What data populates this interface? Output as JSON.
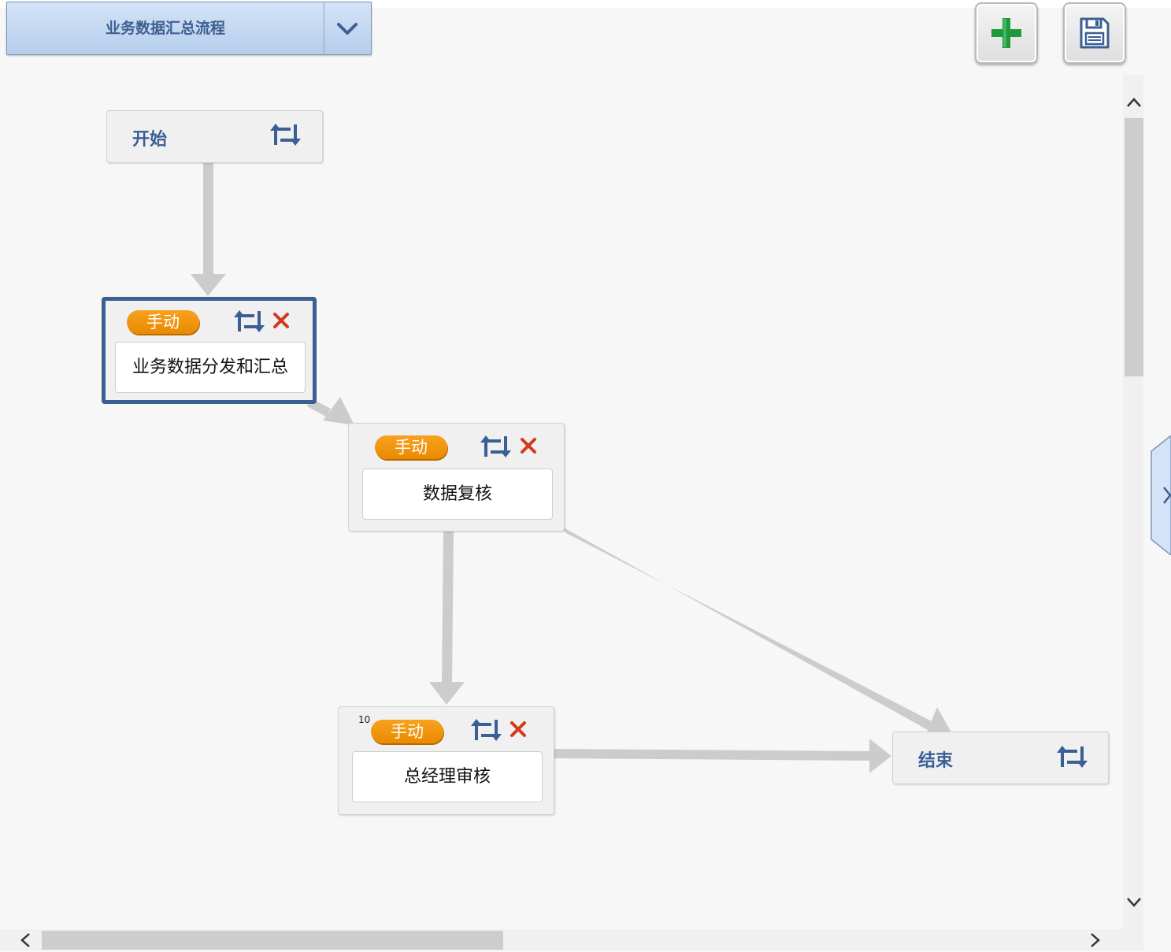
{
  "header": {
    "workflow_name": "业务数据汇总流程",
    "dropdown_icon": "chevron-down-icon"
  },
  "toolbar": {
    "add_icon": "plus-icon",
    "save_icon": "save-icon"
  },
  "nodes": {
    "start": {
      "label": "开始",
      "icon": "loop-icon"
    },
    "task1": {
      "mode": "手动",
      "title": "业务数据分发和汇总",
      "selected": true
    },
    "task2": {
      "mode": "手动",
      "title": "数据复核"
    },
    "task3": {
      "badge": "10",
      "mode": "手动",
      "title": "总经理审核"
    },
    "end": {
      "label": "结束",
      "icon": "loop-icon"
    }
  },
  "colors": {
    "accent": "#3a5f94",
    "pill": "#ef9300",
    "delete": "#d23a1e",
    "connector": "#cccccc",
    "add": "#1e9a3c"
  },
  "scrollbars": {
    "vertical_up": "chevron-up-icon",
    "vertical_down": "chevron-down-icon",
    "horizontal_left": "chevron-left-icon",
    "horizontal_right": "chevron-right-icon"
  }
}
